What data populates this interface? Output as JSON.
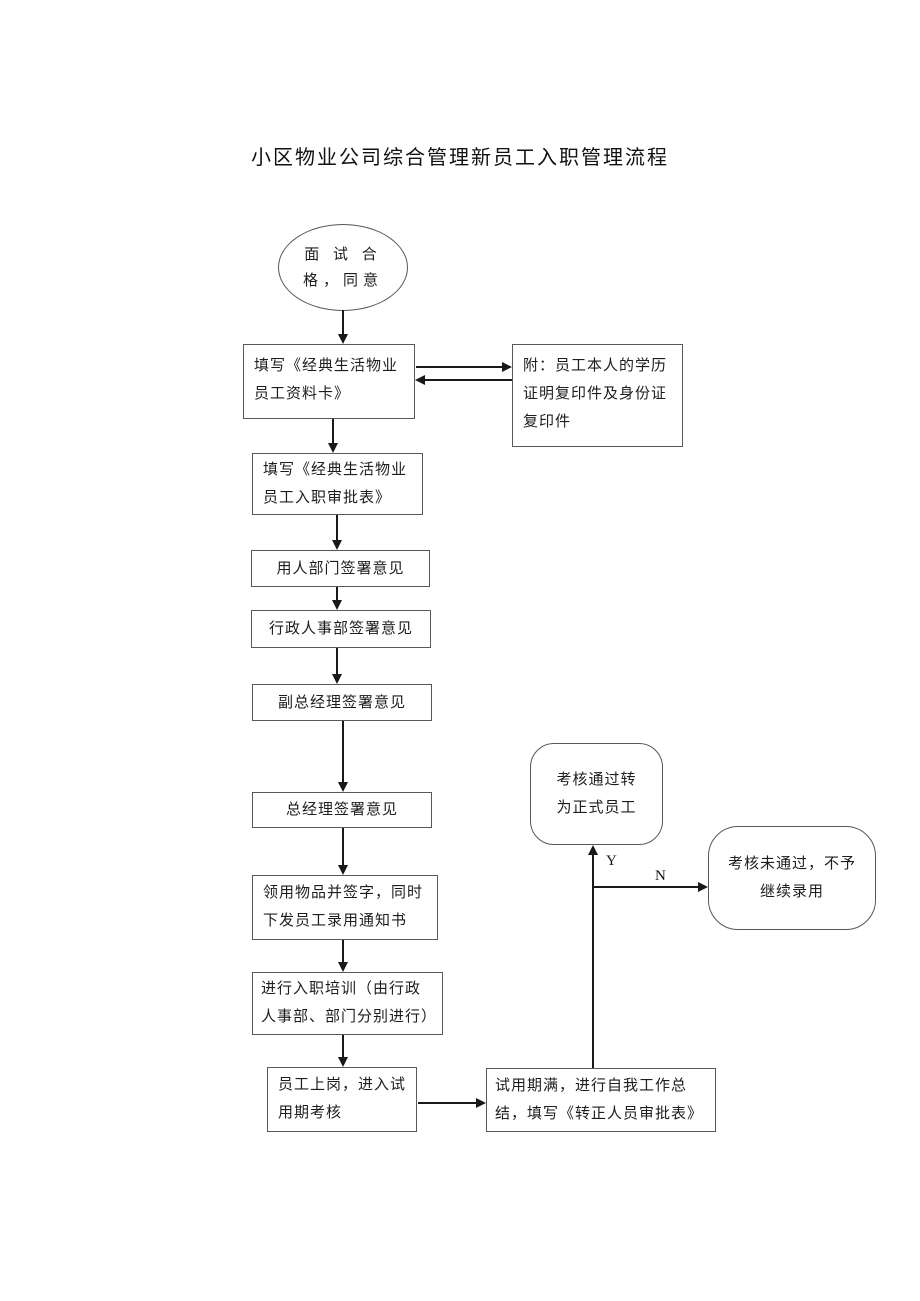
{
  "title": "小区物业公司综合管理新员工入职管理流程",
  "flowchart": {
    "start": {
      "text": "面 试 合\n格，同意"
    },
    "steps": {
      "fill_info_card": "填写《经典生活物业\n员工资料卡》",
      "attachment_note": "附：员工本人的学历\n证明复印件及身份证\n复印件",
      "fill_approval_form": "填写《经典生活物业\n员工入职审批表》",
      "dept_sign": "用人部门签署意见",
      "hr_sign": "行政人事部签署意见",
      "deputy_gm_sign": "副总经理签署意见",
      "gm_sign": "总经理签署意见",
      "receive_items": "领用物品并签字，同时\n下发员工录用通知书",
      "training": "进行入职培训（由行政\n人事部、部门分别进行）",
      "probation": "员工上岗，进入试\n用期考核",
      "probation_end": "试用期满，进行自我工作总\n结，填写《转正人员审批表》",
      "pass_result": "考核通过转\n为正式员工",
      "fail_result": "考核未通过，不予\n继续录用"
    },
    "branch": {
      "yes": "Y",
      "no": "N"
    },
    "colors": {
      "stroke": "#191919",
      "box_border": "#585858",
      "background": "#ffffff",
      "text": "#1d1d1d"
    }
  }
}
